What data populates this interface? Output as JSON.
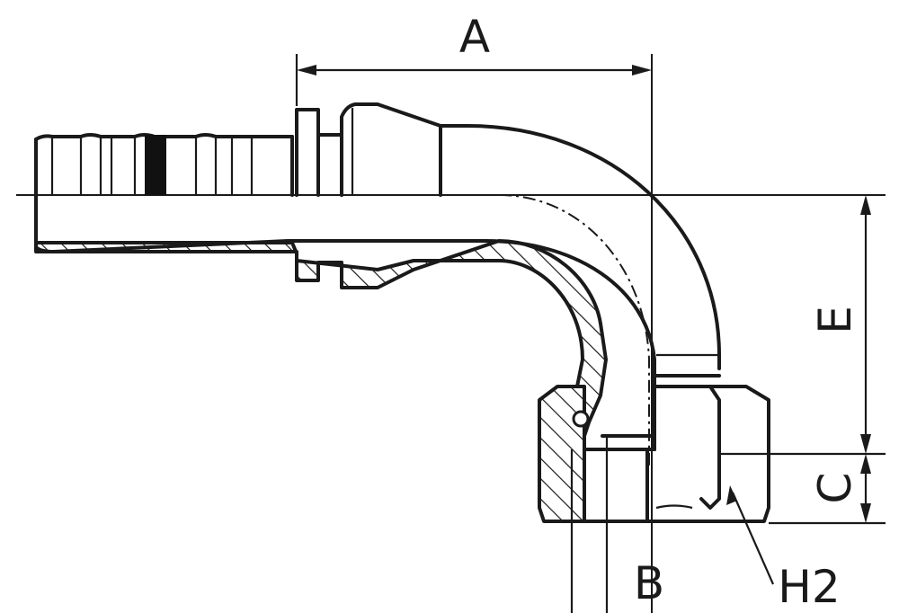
{
  "diagram": {
    "labels": {
      "a": "A",
      "b": "B",
      "c": "C",
      "e": "E",
      "h2": "H2"
    }
  }
}
